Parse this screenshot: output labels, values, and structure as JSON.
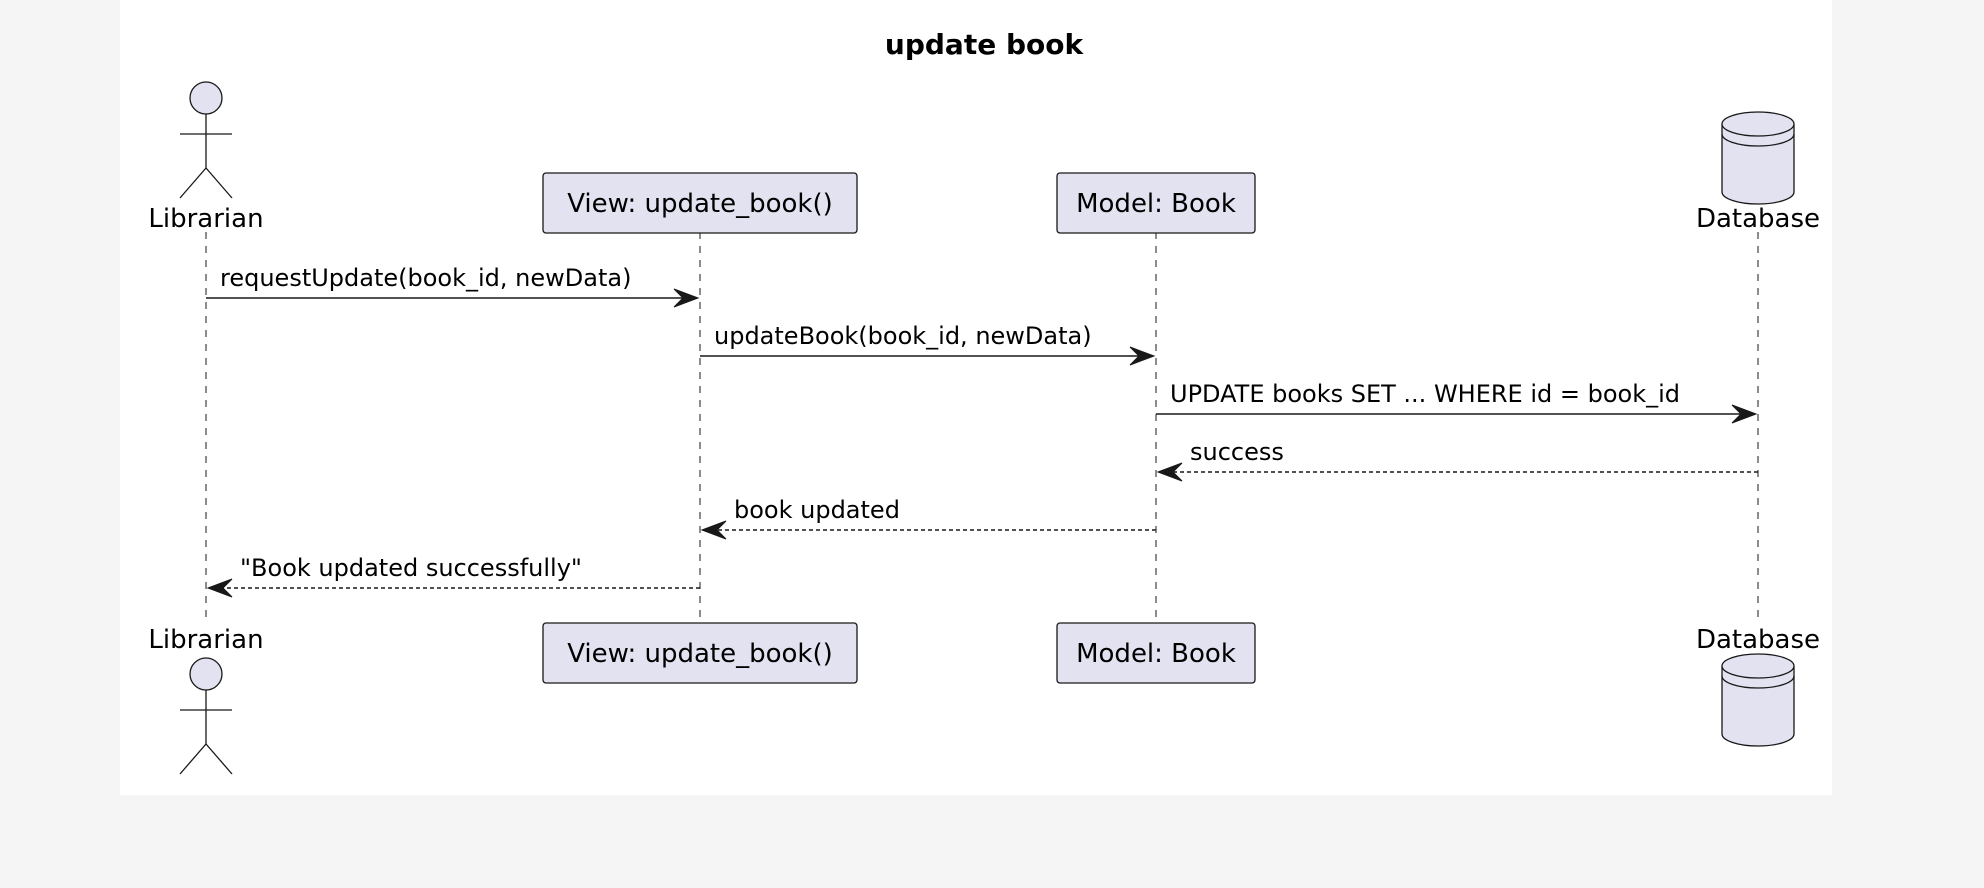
{
  "title": "update book",
  "colors": {
    "participant_fill": "#E2E2F0",
    "participant_stroke": "#181818",
    "background": "#FFFFFF",
    "page_background": "#F5F5F5"
  },
  "participants": [
    {
      "id": "librarian",
      "label": "Librarian",
      "kind": "actor"
    },
    {
      "id": "view",
      "label": "View: update_book()",
      "kind": "participant"
    },
    {
      "id": "model",
      "label": "Model: Book",
      "kind": "participant"
    },
    {
      "id": "database",
      "label": "Database",
      "kind": "database"
    }
  ],
  "messages": [
    {
      "from": "librarian",
      "to": "view",
      "label": "requestUpdate(book_id, newData)",
      "style": "solid"
    },
    {
      "from": "view",
      "to": "model",
      "label": "updateBook(book_id, newData)",
      "style": "solid"
    },
    {
      "from": "model",
      "to": "database",
      "label": "UPDATE books SET ... WHERE id = book_id",
      "style": "solid"
    },
    {
      "from": "database",
      "to": "model",
      "label": "success",
      "style": "dashed"
    },
    {
      "from": "model",
      "to": "view",
      "label": "book updated",
      "style": "dashed"
    },
    {
      "from": "view",
      "to": "librarian",
      "label": "\"Book updated successfully\"",
      "style": "dashed"
    }
  ]
}
